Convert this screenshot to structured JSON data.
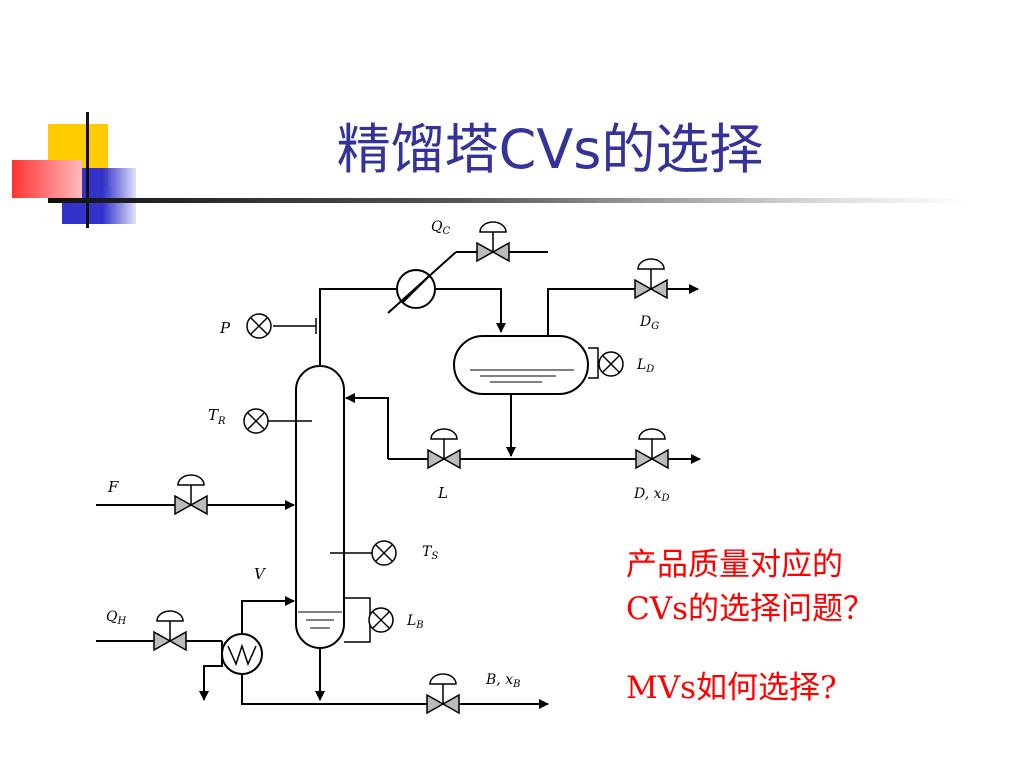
{
  "slide": {
    "title": "精馏塔CVs的选择",
    "accent_colors": {
      "yellow": "#ffcc00",
      "red": "#ff3333",
      "blue": "#3333cc",
      "title": "#333399",
      "note": "#ff0000"
    }
  },
  "diagram": {
    "labels": {
      "condenser_duty": "Q",
      "condenser_duty_sub": "C",
      "pressure": "P",
      "reflux_temp": "T",
      "reflux_temp_sub": "R",
      "feed": "F",
      "vapor_flow": "V",
      "reboiler_duty": "Q",
      "reboiler_duty_sub": "H",
      "gas_distillate": "D",
      "gas_distillate_sub": "G",
      "drum_level": "L",
      "drum_level_sub": "D",
      "reflux": "L",
      "distillate": "D, x",
      "distillate_sub": "D",
      "stage_temp": "T",
      "stage_temp_sub": "S",
      "bottoms_level": "L",
      "bottoms_level_sub": "B",
      "bottoms": "B, x",
      "bottoms_sub": "B"
    }
  },
  "notes": {
    "line1": "产品质量对应的",
    "line2": "CVs的选择问题？",
    "line3": "MVs如何选择?"
  }
}
